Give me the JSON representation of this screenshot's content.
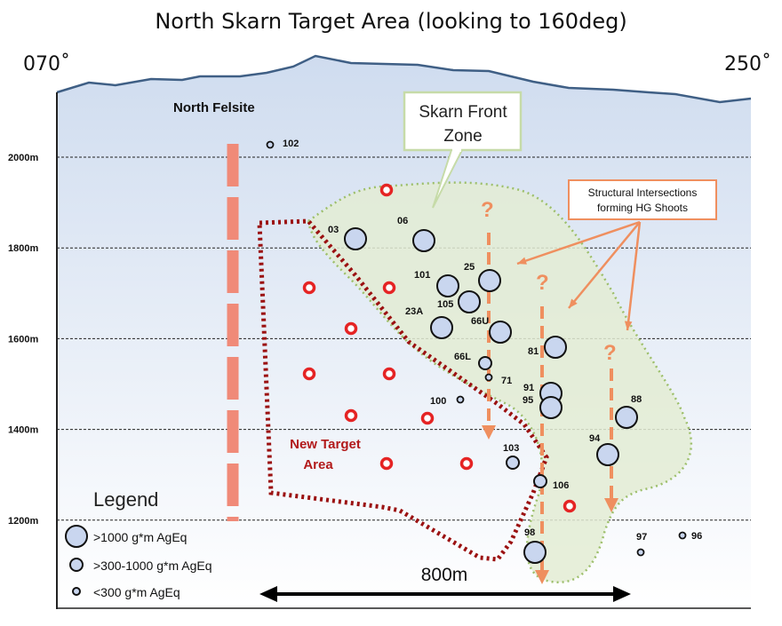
{
  "title": "North Skarn Target Area (looking to 160deg)",
  "bearing_left": "070˚",
  "bearing_right": "250˚",
  "north_felsite_label": "North Felsite",
  "skarn_front_label": [
    "Skarn Front",
    "Zone"
  ],
  "structural_label": [
    "Structural Intersections",
    "forming HG Shoots"
  ],
  "new_target_label": [
    "New Target",
    "Area"
  ],
  "scale_label": "800m",
  "elevations": [
    {
      "label": "2000m",
      "value": 2000
    },
    {
      "label": "1800m",
      "value": 1800
    },
    {
      "label": "1600m",
      "value": 1600
    },
    {
      "label": "1400m",
      "value": 1400
    },
    {
      "label": "1200m",
      "value": 1200
    }
  ],
  "legend": {
    "title": "Legend",
    "items": [
      {
        "size": "large",
        "label": ">1000 g*m AgEq"
      },
      {
        "size": "medium",
        "label": ">300-1000 g*m AgEq"
      },
      {
        "size": "small",
        "label": "<300 g*m AgEq"
      }
    ]
  },
  "question_mark": "?",
  "drill_holes": [
    {
      "id": "102",
      "size": "small"
    },
    {
      "id": "03",
      "size": "large"
    },
    {
      "id": "06",
      "size": "large"
    },
    {
      "id": "101",
      "size": "large"
    },
    {
      "id": "25",
      "size": "large"
    },
    {
      "id": "105",
      "size": "large"
    },
    {
      "id": "23A",
      "size": "large"
    },
    {
      "id": "66U",
      "size": "large"
    },
    {
      "id": "81",
      "size": "large"
    },
    {
      "id": "66L",
      "size": "medium"
    },
    {
      "id": "71",
      "size": "small"
    },
    {
      "id": "91",
      "size": "large"
    },
    {
      "id": "95",
      "size": "large"
    },
    {
      "id": "100",
      "size": "small"
    },
    {
      "id": "88",
      "size": "large"
    },
    {
      "id": "94",
      "size": "large"
    },
    {
      "id": "103",
      "size": "medium"
    },
    {
      "id": "106",
      "size": "medium"
    },
    {
      "id": "98",
      "size": "large"
    },
    {
      "id": "97",
      "size": "small"
    },
    {
      "id": "96",
      "size": "small"
    }
  ],
  "colors": {
    "surface_line": "#3f5f85",
    "panel_top": "#cfdcef",
    "panel_bottom": "#ffffff",
    "felsite": "#f08a78",
    "target_outline": "#9b1111",
    "target_marker": "#e52424",
    "skarn_fill": "#e3ecd4",
    "skarn_stroke": "#9dbf6b",
    "hole_fill": "#c9d6ef",
    "arrow": "#ef8f5f",
    "callout_box": "#ef8f5f",
    "skarn_box": "#c6dba8"
  }
}
